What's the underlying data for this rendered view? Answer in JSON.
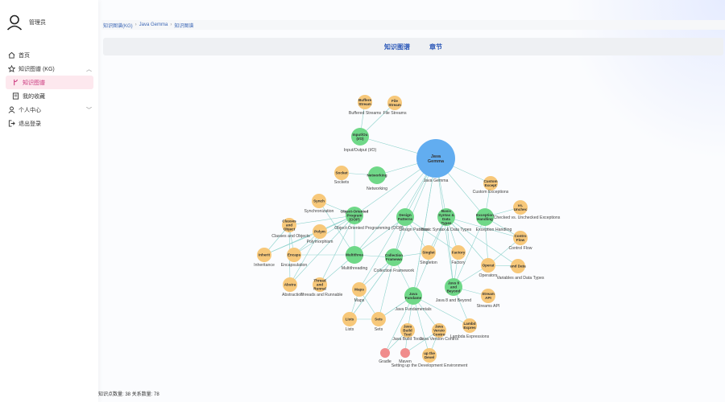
{
  "sidebar": {
    "user_name": "管理员",
    "items": [
      {
        "label": "首页",
        "icon": "home-icon"
      },
      {
        "label": "知识图谱 (KG)",
        "icon": "star-icon"
      },
      {
        "label": "知识图谱",
        "icon": "graph-icon"
      },
      {
        "label": "我的收藏",
        "icon": "document-icon"
      },
      {
        "label": "个人中心",
        "icon": "user-icon"
      },
      {
        "label": "退出登录",
        "icon": "logout-icon"
      }
    ]
  },
  "breadcrumb": [
    "知识图谱(KG)",
    "Java Gemma",
    "知识图谱"
  ],
  "tabs": [
    "知识图谱",
    "章节"
  ],
  "status": "知识点数量: 38  关系数量: 78",
  "colors": {
    "root": "#62adf0",
    "category": "#6fd888",
    "topic": "#f7c87a",
    "tool": "#f08c8c",
    "edge": "#8fd3cd",
    "accent": "#c9327a",
    "link": "#2a57b8"
  },
  "graph": {
    "nodes": [
      {
        "id": "root",
        "text": "Java Gemma",
        "label": "Java Gemma",
        "type": "root"
      },
      {
        "id": "io",
        "text": "Input/Ou (I/O)",
        "label": "Input/Output (I/O)",
        "type": "category"
      },
      {
        "id": "bstream",
        "text": "Buffere Stream",
        "label": "Buffered Streams",
        "type": "topic"
      },
      {
        "id": "fstream",
        "text": "File Stream",
        "label": "File Streams",
        "type": "topic"
      },
      {
        "id": "net",
        "text": "Networking",
        "label": "Networking",
        "type": "category"
      },
      {
        "id": "socket",
        "text": "Socket",
        "label": "Sockets",
        "type": "topic"
      },
      {
        "id": "oop",
        "text": "Object-Oriented Program (OOP)",
        "label": "Object-Oriented Programming (OOP)",
        "type": "category"
      },
      {
        "id": "sync",
        "text": "Synch",
        "label": "Synchronization",
        "type": "topic"
      },
      {
        "id": "classes",
        "text": "Classes and Object",
        "label": "Classes and Objects",
        "type": "topic"
      },
      {
        "id": "poly",
        "text": "Polym",
        "label": "Polymorphism",
        "type": "topic"
      },
      {
        "id": "inherit",
        "text": "Inherit",
        "label": "Inheritance",
        "type": "topic"
      },
      {
        "id": "encap",
        "text": "Encaps",
        "label": "Encapsulation",
        "type": "topic"
      },
      {
        "id": "abstr",
        "text": "Abstra",
        "label": "Abstraction",
        "type": "topic"
      },
      {
        "id": "thread",
        "text": "Thread and Runnal",
        "label": "Threads and Runnable",
        "type": "topic"
      },
      {
        "id": "multi",
        "text": "Multithrea",
        "label": "Multithreading",
        "type": "category"
      },
      {
        "id": "design",
        "text": "Design Patterns",
        "label": "Design Patterns",
        "type": "category"
      },
      {
        "id": "basic",
        "text": "Basic Syntax & Data Types",
        "label": "Basic Syntax & Data Types",
        "type": "category"
      },
      {
        "id": "except",
        "text": "Exception Handling",
        "label": "Exception Handling",
        "type": "category"
      },
      {
        "id": "custom",
        "text": "Custom Except",
        "label": "Custom Exceptions",
        "type": "topic"
      },
      {
        "id": "checked",
        "text": "vs. Unchec",
        "label": "Checked vs. Unchecked Exceptions",
        "type": "topic"
      },
      {
        "id": "control",
        "text": "Contro Flow",
        "label": "Control Flow",
        "type": "topic"
      },
      {
        "id": "vars",
        "text": "and Data",
        "label": "Variables and Data Types",
        "type": "topic"
      },
      {
        "id": "oper",
        "text": "Operat",
        "label": "Operators",
        "type": "topic"
      },
      {
        "id": "singleton",
        "text": "Singlet",
        "label": "Singleton",
        "type": "topic"
      },
      {
        "id": "factory",
        "text": "Factory",
        "label": "Factory",
        "type": "topic"
      },
      {
        "id": "coll",
        "text": "Collection Framewo",
        "label": "Collection Framework",
        "type": "category"
      },
      {
        "id": "maps",
        "text": "Maps",
        "label": "Maps",
        "type": "topic"
      },
      {
        "id": "lists",
        "text": "Lists",
        "label": "Lists",
        "type": "topic"
      },
      {
        "id": "sets",
        "text": "Sets",
        "label": "Sets",
        "type": "topic"
      },
      {
        "id": "fund",
        "text": "Java Fundame",
        "label": "Java Fundamentals",
        "type": "category"
      },
      {
        "id": "java8",
        "text": "Java 8 and Beyond",
        "label": "Java 8 and Beyond",
        "type": "category"
      },
      {
        "id": "stream",
        "text": "Stream API",
        "label": "Streams API",
        "type": "topic"
      },
      {
        "id": "lambda",
        "text": "Lambd Expres",
        "label": "Lambda Expressions",
        "type": "topic"
      },
      {
        "id": "build",
        "text": "Java Build Tool",
        "label": "Java Build Tools",
        "type": "topic"
      },
      {
        "id": "version",
        "text": "Java Versio Contro",
        "label": "Java Version Control",
        "type": "topic"
      },
      {
        "id": "setup",
        "text": "up the Devel",
        "label": "Setting up the Development Environment",
        "type": "topic"
      },
      {
        "id": "gradle",
        "text": "",
        "label": "Gradle",
        "type": "tool"
      },
      {
        "id": "maven",
        "text": "",
        "label": "Maven",
        "type": "tool"
      }
    ],
    "edges": [
      [
        "root",
        "io"
      ],
      [
        "root",
        "net"
      ],
      [
        "root",
        "oop"
      ],
      [
        "root",
        "multi"
      ],
      [
        "root",
        "design"
      ],
      [
        "root",
        "basic"
      ],
      [
        "root",
        "except"
      ],
      [
        "root",
        "coll"
      ],
      [
        "root",
        "fund"
      ],
      [
        "root",
        "java8"
      ],
      [
        "root",
        "maps"
      ],
      [
        "root",
        "custom"
      ],
      [
        "io",
        "bstream"
      ],
      [
        "io",
        "fstream"
      ],
      [
        "net",
        "socket"
      ],
      [
        "oop",
        "sync"
      ],
      [
        "oop",
        "classes"
      ],
      [
        "oop",
        "poly"
      ],
      [
        "oop",
        "inherit"
      ],
      [
        "oop",
        "encap"
      ],
      [
        "oop",
        "abstr"
      ],
      [
        "oop",
        "thread"
      ],
      [
        "oop",
        "multi"
      ],
      [
        "classes",
        "inherit"
      ],
      [
        "classes",
        "encap"
      ],
      [
        "classes",
        "abstr"
      ],
      [
        "poly",
        "inherit"
      ],
      [
        "poly",
        "encap"
      ],
      [
        "poly",
        "abstr"
      ],
      [
        "multi",
        "thread"
      ],
      [
        "multi",
        "sync"
      ],
      [
        "multi",
        "encap"
      ],
      [
        "design",
        "singleton"
      ],
      [
        "design",
        "factory"
      ],
      [
        "design",
        "multi"
      ],
      [
        "basic",
        "oper"
      ],
      [
        "basic",
        "vars"
      ],
      [
        "basic",
        "control"
      ],
      [
        "basic",
        "singleton"
      ],
      [
        "basic",
        "factory"
      ],
      [
        "except",
        "custom"
      ],
      [
        "except",
        "checked"
      ],
      [
        "except",
        "oper"
      ],
      [
        "except",
        "control"
      ],
      [
        "oper",
        "vars"
      ],
      [
        "oper",
        "control"
      ],
      [
        "coll",
        "maps"
      ],
      [
        "coll",
        "lists"
      ],
      [
        "coll",
        "sets"
      ],
      [
        "coll",
        "design"
      ],
      [
        "coll",
        "singleton"
      ],
      [
        "maps",
        "lists"
      ],
      [
        "maps",
        "sets"
      ],
      [
        "lists",
        "sets"
      ],
      [
        "java8",
        "stream"
      ],
      [
        "java8",
        "lambda"
      ],
      [
        "java8",
        "oper"
      ],
      [
        "java8",
        "factory"
      ],
      [
        "fund",
        "build"
      ],
      [
        "fund",
        "version"
      ],
      [
        "fund",
        "setup"
      ],
      [
        "fund",
        "basic"
      ],
      [
        "fund",
        "lambda"
      ],
      [
        "build",
        "gradle"
      ],
      [
        "build",
        "maven"
      ],
      [
        "version",
        "setup"
      ],
      [
        "version",
        "maven"
      ],
      [
        "fund",
        "sets"
      ],
      [
        "fund",
        "gradle"
      ],
      [
        "root",
        "fund"
      ],
      [
        "coll",
        "lists"
      ],
      [
        "design",
        "coll"
      ],
      [
        "java8",
        "basic"
      ],
      [
        "except",
        "java8"
      ],
      [
        "oop",
        "poly"
      ],
      [
        "multi",
        "coll"
      ],
      [
        "fund",
        "coll"
      ],
      [
        "sets",
        "fund"
      ]
    ]
  }
}
